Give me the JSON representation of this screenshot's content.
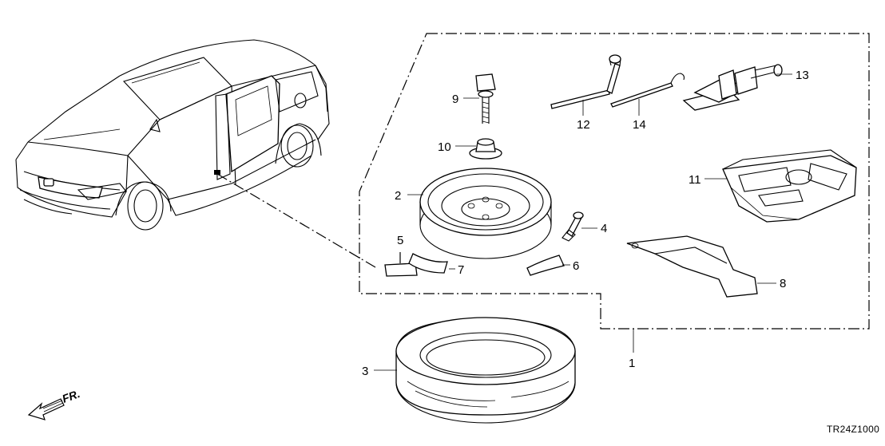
{
  "diagram": {
    "code": "TR24Z1000",
    "direction_label": "FR.",
    "callouts": [
      {
        "id": "c1",
        "label": "1"
      },
      {
        "id": "c2",
        "label": "2"
      },
      {
        "id": "c3",
        "label": "3"
      },
      {
        "id": "c4",
        "label": "4"
      },
      {
        "id": "c5",
        "label": "5"
      },
      {
        "id": "c6",
        "label": "6"
      },
      {
        "id": "c7",
        "label": "7"
      },
      {
        "id": "c8",
        "label": "8"
      },
      {
        "id": "c9",
        "label": "9"
      },
      {
        "id": "c10",
        "label": "10"
      },
      {
        "id": "c11",
        "label": "11"
      },
      {
        "id": "c12",
        "label": "12"
      },
      {
        "id": "c13",
        "label": "13"
      },
      {
        "id": "c14",
        "label": "14"
      }
    ]
  }
}
